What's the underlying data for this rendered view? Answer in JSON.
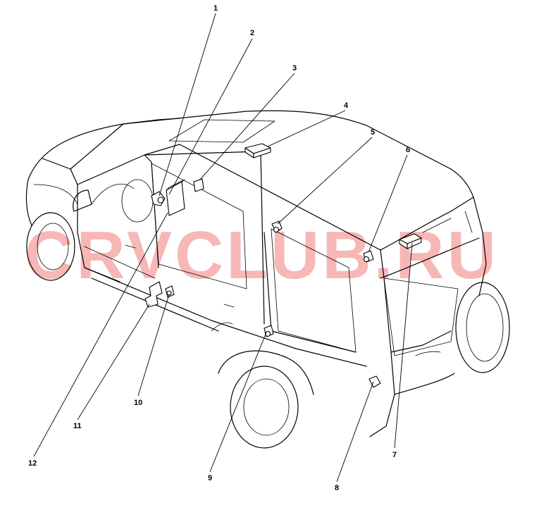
{
  "watermark": {
    "text": "CRVCLUB.RU",
    "color": "#f7b7b7"
  },
  "colors": {
    "line": "#000000",
    "background": "#ffffff"
  },
  "callouts": [
    {
      "id": "1",
      "label": "1"
    },
    {
      "id": "2",
      "label": "2"
    },
    {
      "id": "3",
      "label": "3"
    },
    {
      "id": "4",
      "label": "4"
    },
    {
      "id": "5",
      "label": "5"
    },
    {
      "id": "6",
      "label": "6"
    },
    {
      "id": "7",
      "label": "7"
    },
    {
      "id": "8",
      "label": "8"
    },
    {
      "id": "9",
      "label": "9"
    },
    {
      "id": "10",
      "label": "10"
    },
    {
      "id": "11",
      "label": "11"
    },
    {
      "id": "12",
      "label": "12"
    }
  ]
}
